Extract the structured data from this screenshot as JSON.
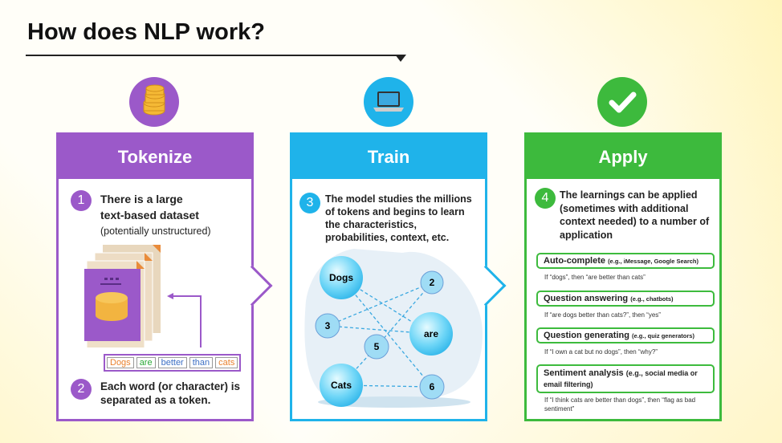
{
  "title": "How does NLP work?",
  "colors": {
    "tokenize": "#9b59c9",
    "train": "#1fb3ea",
    "apply": "#3dba3d"
  },
  "steps": [
    {
      "header": "Tokenize",
      "icon": "coins-icon"
    },
    {
      "header": "Train",
      "icon": "laptop-icon"
    },
    {
      "header": "Apply",
      "icon": "checkmark-icon"
    }
  ],
  "tokenize": {
    "step1_num": "1",
    "step1_line1": "There is a large",
    "step1_line2": "text-based dataset",
    "step1_sub": "(potentially unstructured)",
    "tokens": [
      "Dogs",
      "are",
      "better",
      "than",
      "cats"
    ],
    "step2_num": "2",
    "step2_text": "Each word (or character) is separated as a token."
  },
  "train": {
    "step3_num": "3",
    "step3_text": "The model studies the millions of tokens and begins to learn the characteristics, probabilities, context, etc.",
    "nodes": [
      "Dogs",
      "2",
      "3",
      "are",
      "5",
      "Cats",
      "6"
    ]
  },
  "apply": {
    "step4_num": "4",
    "step4_text": "The learnings can be applied (sometimes with additional context needed) to a number of application",
    "apps": [
      {
        "name": "Auto-complete",
        "eg": "(e.g., iMessage, Google Search)",
        "example": "If “dogs”, then “are better than cats”"
      },
      {
        "name": "Question answering",
        "eg": "(e.g., chatbots)",
        "example": "If “are dogs better than cats?”, then “yes”"
      },
      {
        "name": "Question generating",
        "eg": "(e.g., quiz generators)",
        "example": "If “I own a cat but no dogs”, then “why?”"
      },
      {
        "name": "Sentiment analysis",
        "eg": "(e.g., social media or email filtering)",
        "example": "If “I think cats are better than dogs”, then “flag as bad sentiment”"
      }
    ]
  }
}
